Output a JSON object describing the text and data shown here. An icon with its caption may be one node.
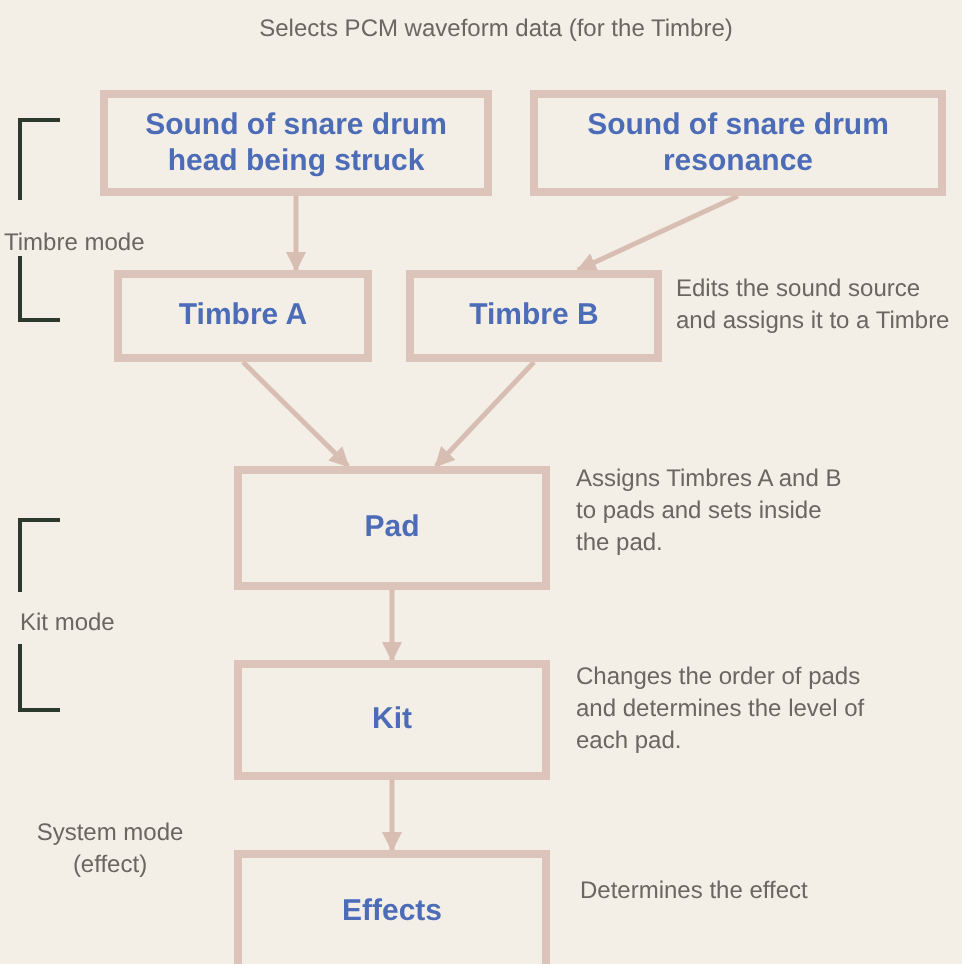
{
  "diagram": {
    "nodes": [
      {
        "text": [
          "Sound of snare drum head being struck"
        ]
      },
      {
        "text": [
          "Sound of snare drum resonance"
        ]
      },
      {
        "text": [
          "Timbre A"
        ]
      },
      {
        "text": [
          "Timbre B"
        ],
        "beside": [
          "Edits the sound source and assigns it to a Timbre"
        ]
      },
      {
        "text": [
          "Pad"
        ],
        "beside": [
          "Assigns Timbres A and B to pads and sets inside the pad."
        ]
      },
      {
        "text": [
          "Kit"
        ],
        "beside": [
          "Changes the order of pads and determines the level of each pad."
        ]
      },
      {
        "text": [
          "Effects"
        ],
        "beside": [
          "Determines the effect"
        ]
      }
    ],
    "edges": [
      {
        "from": 0,
        "to": 2,
        "arrow": "to"
      },
      {
        "from": 1,
        "to": 3,
        "arrow": "to"
      },
      {
        "from": 2,
        "to": 4,
        "arrow": "to"
      },
      {
        "from": 3,
        "to": 4,
        "arrow": "to"
      },
      {
        "from": 4,
        "to": 5,
        "arrow": "to"
      },
      {
        "from": 5,
        "to": 6,
        "arrow": "to"
      }
    ],
    "labels": [
      "Selects PCM waveform data (for the Timbre)",
      "Timbre mode",
      "Kit mode",
      "System mode (effect)"
    ]
  }
}
